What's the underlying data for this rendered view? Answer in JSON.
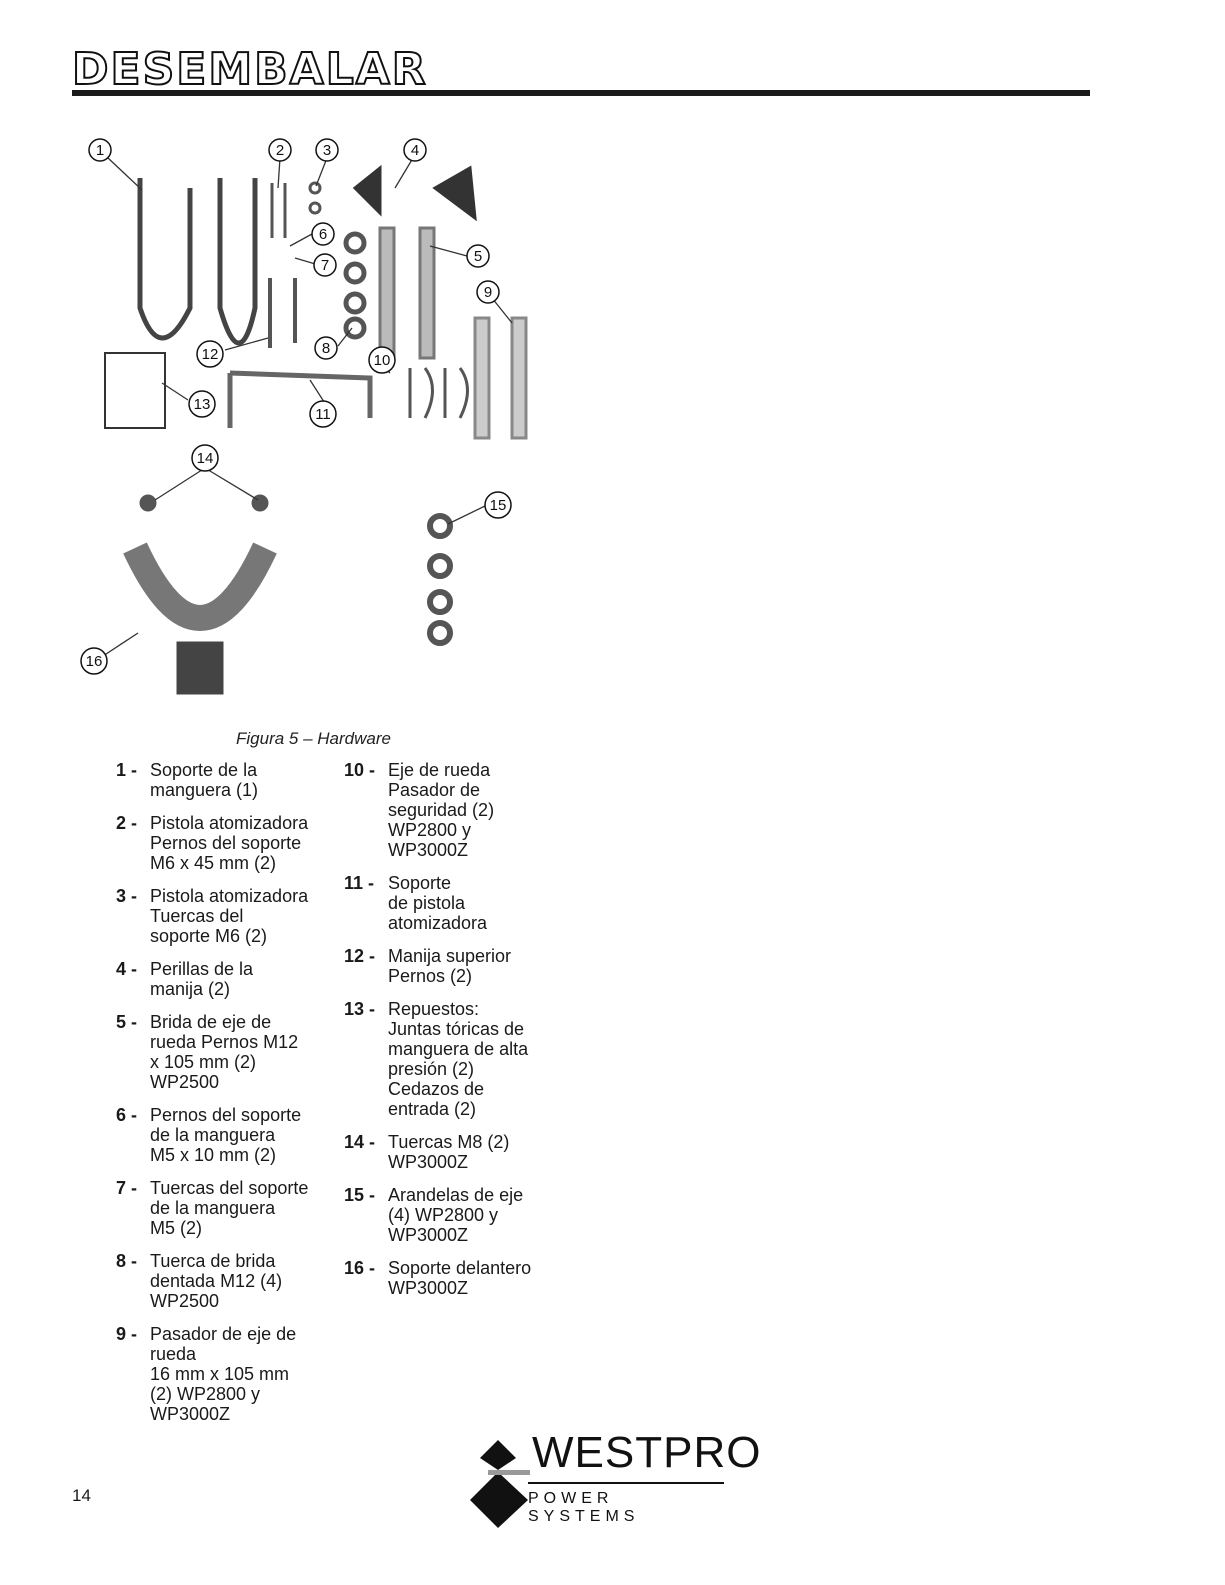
{
  "header": {
    "title": "DESEMBALAR"
  },
  "figure": {
    "callouts": [
      "1",
      "2",
      "3",
      "4",
      "5",
      "6",
      "7",
      "8",
      "9",
      "10",
      "11",
      "12",
      "13",
      "14",
      "15",
      "16"
    ],
    "caption": "Figura 5 – Hardware"
  },
  "parts_left": [
    {
      "num": "1 -",
      "text": "Soporte de la\nmanguera (1)"
    },
    {
      "num": "2 -",
      "text": "Pistola atomizadora\nPernos del soporte\nM6 x 45 mm (2)"
    },
    {
      "num": "3 -",
      "text": "Pistola atomizadora\nTuercas del\nsoporte M6 (2)"
    },
    {
      "num": "4 -",
      "text": "Perillas de la\nmanija (2)"
    },
    {
      "num": "5 -",
      "text": "Brida de eje de\nrueda Pernos M12\nx 105 mm (2)\nWP2500"
    },
    {
      "num": "6 -",
      "text": "Pernos del soporte\nde la manguera\nM5 x 10 mm (2)"
    },
    {
      "num": "7 -",
      "text": "Tuercas del soporte\nde la manguera\nM5 (2)"
    },
    {
      "num": "8 -",
      "text": "Tuerca de brida\ndentada M12 (4)\nWP2500"
    },
    {
      "num": "9 -",
      "text": "Pasador de eje de\nrueda\n16 mm x 105 mm\n(2) WP2800 y\nWP3000Z"
    }
  ],
  "parts_right": [
    {
      "num": "10 -",
      "text": "Eje de rueda\nPasador de\nseguridad (2)\nWP2800 y\nWP3000Z"
    },
    {
      "num": "11 -",
      "text": "Soporte\nde pistola\natomizadora"
    },
    {
      "num": "12 -",
      "text": "Manija superior\nPernos (2)"
    },
    {
      "num": "13 -",
      "text": "Repuestos:\nJuntas tóricas de\nmanguera de alta\npresión (2)\nCedazos de\nentrada (2)"
    },
    {
      "num": "14 -",
      "text": "Tuercas M8 (2)\nWP3000Z"
    },
    {
      "num": "15 -",
      "text": "Arandelas de eje\n(4) WP2800 y\nWP3000Z"
    },
    {
      "num": "16 -",
      "text": "Soporte delantero\nWP3000Z"
    }
  ],
  "footer": {
    "page_number": "14",
    "logo_name": "WESTPRO",
    "logo_sub": "POWER SYSTEMS"
  }
}
